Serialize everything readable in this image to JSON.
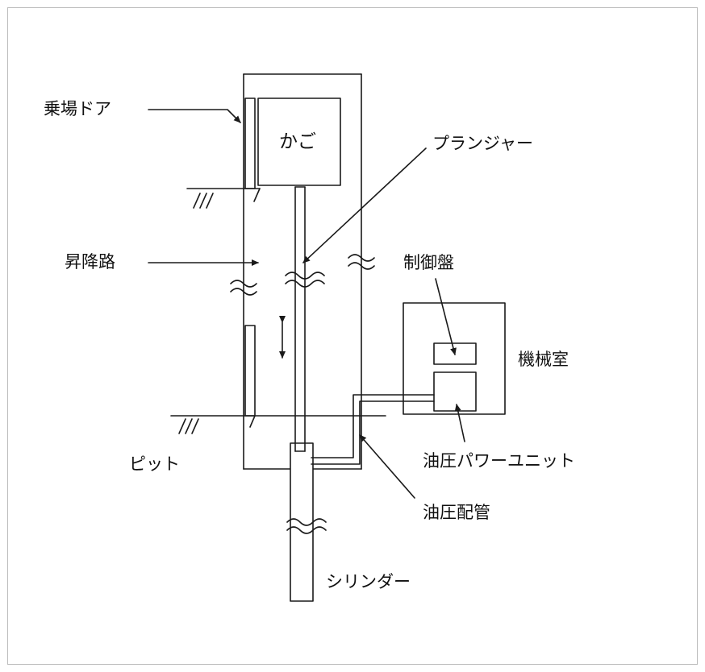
{
  "labels": {
    "landing_door": "乗場ドア",
    "car": "かご",
    "plunger": "プランジャー",
    "hoistway": "昇降路",
    "control_panel": "制御盤",
    "machine_room": "機械室",
    "pit": "ピット",
    "power_unit": "油圧パワーユニット",
    "hydraulic_piping": "油圧配管",
    "cylinder": "シリンダー"
  }
}
